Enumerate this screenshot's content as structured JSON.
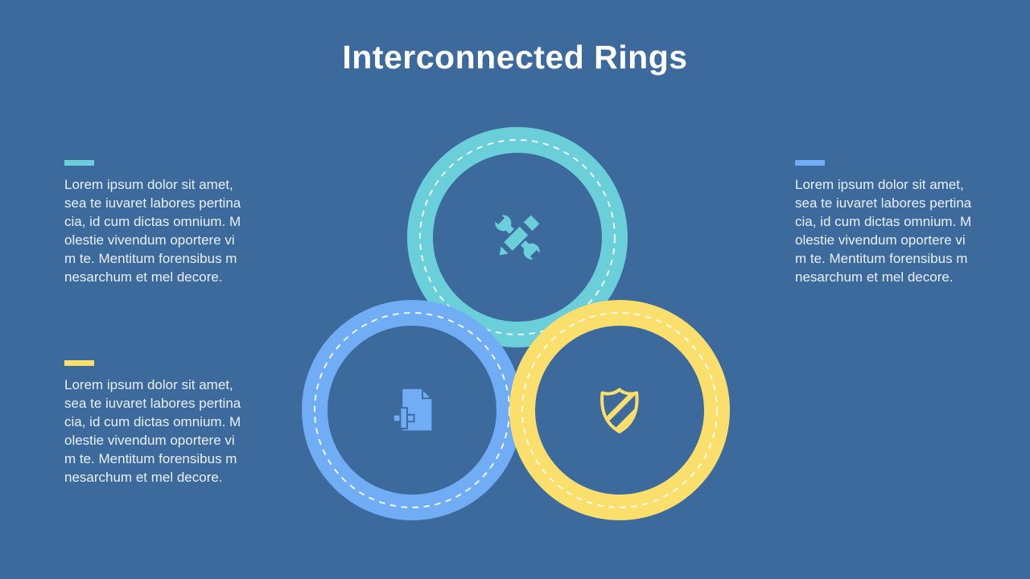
{
  "slide": {
    "title": "Interconnected Rings",
    "background_color": "#3D6A9D"
  },
  "text_blocks": [
    {
      "id": "left-top",
      "accent_color": "#6BCFDA",
      "body": "Lorem ipsum dolor sit amet,\nsea te iuvaret labores pertina\ncia, id cum dictas omnium. M\nolestie vivendum oportere vi\nm te. Mentitum forensibus m\nnesarchum et mel decore."
    },
    {
      "id": "left-bottom",
      "accent_color": "#FBDF6C",
      "body": "Lorem ipsum dolor sit amet,\nsea te iuvaret labores pertina\ncia, id cum dictas omnium. M\nolestie vivendum oportere vi\nm te. Mentitum forensibus m\nnesarchum et mel decore."
    },
    {
      "id": "right-top",
      "accent_color": "#70ADF4",
      "body": "Lorem ipsum dolor sit amet,\nsea te iuvaret labores pertina\ncia, id cum dictas omnium. M\nolestie vivendum oportere vi\nm te. Mentitum forensibus m\nnesarchum et mel decore."
    }
  ],
  "rings": [
    {
      "id": "tools",
      "color": "#6BCFDA",
      "icon": "wrench-pencil-icon"
    },
    {
      "id": "document",
      "color": "#70ADF4",
      "icon": "file-plus-icon"
    },
    {
      "id": "shield",
      "color": "#FBDF6C",
      "icon": "shield-icon"
    }
  ],
  "dash_style": {
    "color": "rgba(255,255,255,0.88)"
  }
}
